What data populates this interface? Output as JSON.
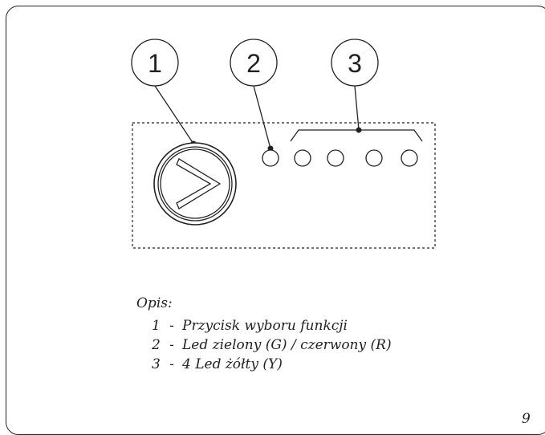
{
  "callouts": [
    {
      "label": "1"
    },
    {
      "label": "2"
    },
    {
      "label": "3"
    }
  ],
  "legend": {
    "title": "Opis:",
    "items": [
      {
        "number": "1",
        "separator": "-",
        "text": "Przycisk wyboru funkcji"
      },
      {
        "number": "2",
        "separator": "-",
        "text": "Led zielony (G) / czerwony (R)"
      },
      {
        "number": "3",
        "separator": "-",
        "text": "4 Led żółty (Y)"
      }
    ]
  },
  "page_number": "9",
  "icons": {
    "function_button": "chevron-right-icon",
    "green_red_led": "led-circle",
    "yellow_leds": "led-circle"
  },
  "colors": {
    "line": "#222222",
    "background": "#ffffff"
  }
}
